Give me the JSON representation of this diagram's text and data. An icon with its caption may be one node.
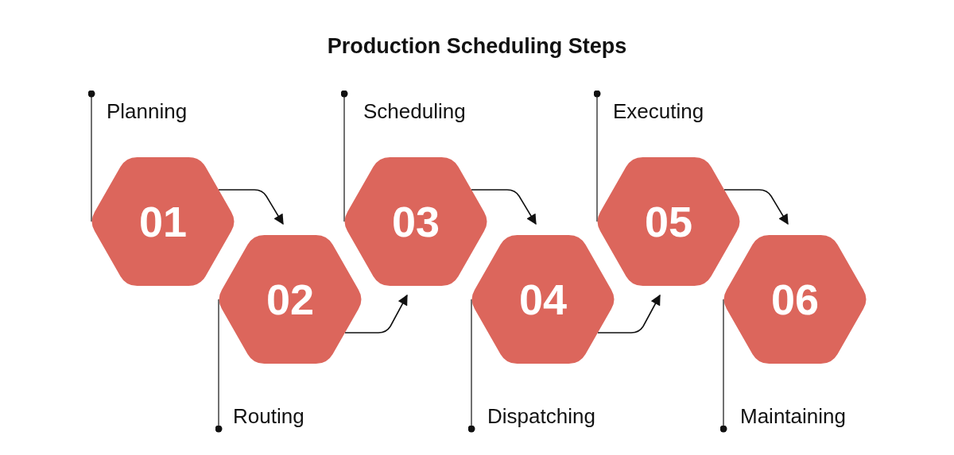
{
  "diagram": {
    "title": "Production Scheduling Steps",
    "nodes": [
      {
        "text": [
          "01"
        ]
      },
      {
        "text": [
          "02"
        ]
      },
      {
        "text": [
          "03"
        ]
      },
      {
        "text": [
          "04"
        ]
      },
      {
        "text": [
          "05"
        ]
      },
      {
        "text": [
          "06"
        ]
      },
      {
        "text": [
          "Planning"
        ]
      },
      {
        "text": [
          "Routing"
        ]
      },
      {
        "text": [
          "Scheduling"
        ]
      },
      {
        "text": [
          "Dispatching"
        ]
      },
      {
        "text": [
          "Executing"
        ]
      },
      {
        "text": [
          "Maintaining"
        ]
      }
    ],
    "edges": [
      {
        "from": 0,
        "to": 1,
        "arrow": "to"
      },
      {
        "from": 1,
        "to": 2,
        "arrow": "to"
      },
      {
        "from": 2,
        "to": 3,
        "arrow": "to"
      },
      {
        "from": 3,
        "to": 4,
        "arrow": "to"
      },
      {
        "from": 4,
        "to": 5,
        "arrow": "to"
      },
      {
        "from": 6,
        "to": 0,
        "arrow": "other"
      },
      {
        "from": 7,
        "to": 1,
        "arrow": "other"
      },
      {
        "from": 8,
        "to": 2,
        "arrow": "other"
      },
      {
        "from": 9,
        "to": 3,
        "arrow": "other"
      },
      {
        "from": 10,
        "to": 4,
        "arrow": "other"
      },
      {
        "from": 11,
        "to": 5,
        "arrow": "other"
      }
    ]
  }
}
